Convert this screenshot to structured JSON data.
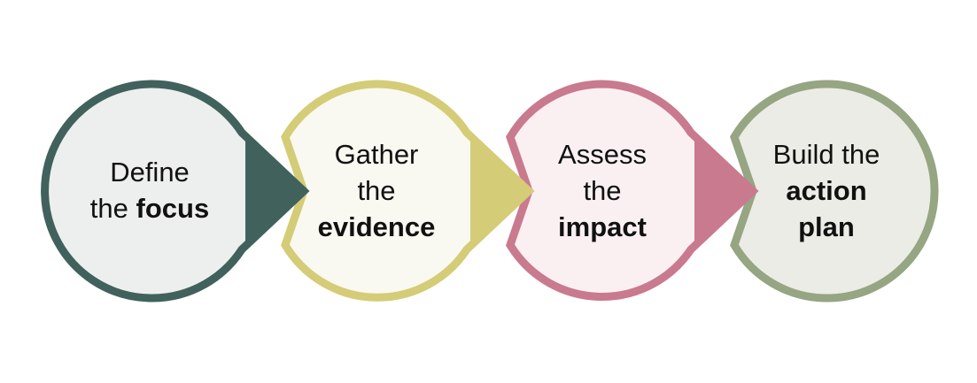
{
  "steps": [
    {
      "line1": "Define",
      "line2_plain": "the ",
      "line2_bold": "focus",
      "ring_color": "#41625c",
      "fill_color": "#edefee"
    },
    {
      "line1": "Gather",
      "line2": "the",
      "line3_bold": "evidence",
      "ring_color": "#d4cc77",
      "fill_color": "#f9f8f1"
    },
    {
      "line1": "Assess",
      "line2": "the",
      "line3_bold": "impact",
      "ring_color": "#c97a8f",
      "fill_color": "#faf0f2"
    },
    {
      "line1": "Build the",
      "line2_bold": "action",
      "line3_bold": "plan",
      "ring_color": "#96a582",
      "fill_color": "#ebece5"
    }
  ]
}
